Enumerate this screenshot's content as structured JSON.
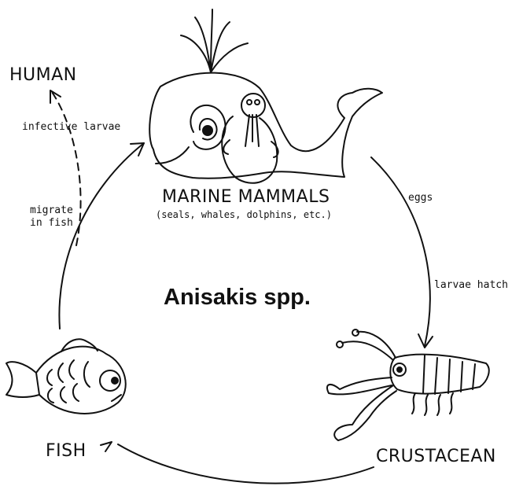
{
  "title": "Anisakis spp.",
  "hosts": {
    "human": "HUMAN",
    "marine_mammals": "MARINE MAMMALS",
    "marine_mammals_examples": "(seals, whales, dolphins, etc.)",
    "crustacean": "CRUSTACEAN",
    "fish": "FISH"
  },
  "steps": {
    "eggs": "eggs",
    "larvae_hatch": "larvae hatch",
    "migrate_line1": "migrate",
    "migrate_line2": "in fish",
    "infective_larvae": "infective larvae"
  },
  "colors": {
    "ink": "#111111",
    "background": "#ffffff"
  }
}
